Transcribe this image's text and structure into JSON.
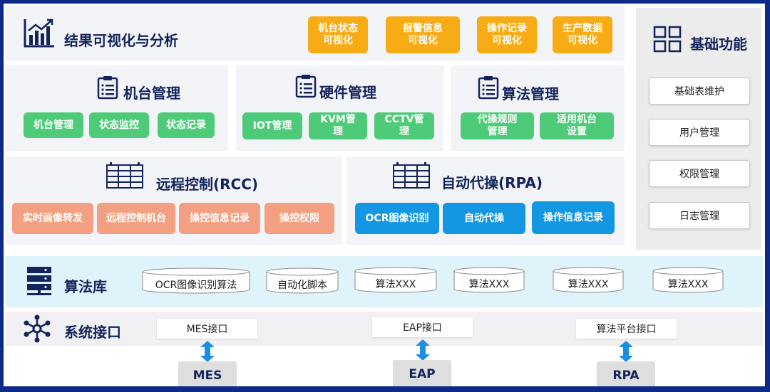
{
  "visualization": {
    "title": "结果可视化与分析",
    "buttons": [
      {
        "l1": "机台状态",
        "l2": "可视化"
      },
      {
        "l1": "报警信息",
        "l2": "可视化"
      },
      {
        "l1": "操作记录",
        "l2": "可视化"
      },
      {
        "l1": "生产数据",
        "l2": "可视化"
      }
    ]
  },
  "machine": {
    "title": "机台管理",
    "buttons": [
      "机台管理",
      "状态监控",
      "状态记录"
    ]
  },
  "hardware": {
    "title": "硬件管理",
    "buttons": [
      {
        "l1": "IOT管理",
        "l2": ""
      },
      {
        "l1": "KVM管",
        "l2": "理"
      },
      {
        "l1": "CCTV管",
        "l2": "理"
      }
    ]
  },
  "algorithm_mgmt": {
    "title": "算法管理",
    "buttons": [
      {
        "l1": "代操规则",
        "l2": "管理"
      },
      {
        "l1": "适用机台",
        "l2": "设置"
      }
    ]
  },
  "rcc": {
    "title": "远程控制(RCC)",
    "buttons": [
      "实时画像转发",
      "远程控制机台",
      "操控信息记录",
      "操控权限"
    ]
  },
  "rpa": {
    "title": "自动代操(RPA)",
    "buttons": [
      "OCR图像识别",
      "自动代操",
      "操作信息记录"
    ]
  },
  "basic": {
    "title": "基础功能",
    "buttons": [
      "基础表维护",
      "用户管理",
      "权限管理",
      "日志管理"
    ]
  },
  "library": {
    "title": "算法库",
    "items": [
      "OCR图像识别算法",
      "自动化脚本",
      "算法XXX",
      "算法XXX",
      "算法XXX",
      "算法XXX"
    ]
  },
  "interfaces": {
    "title": "系统接口",
    "items": [
      {
        "name": "MES接口",
        "system": "MES"
      },
      {
        "name": "EAP接口",
        "system": "EAP"
      },
      {
        "name": "算法平台接口",
        "system": "RPA"
      }
    ]
  },
  "colors": {
    "border": "#0d2a88",
    "title": "#13245c",
    "yellow": "#f7ab14",
    "green": "#4ecb78",
    "salmon": "#f2a081",
    "blue": "#1497e2",
    "library_band": "#dff3fb"
  }
}
